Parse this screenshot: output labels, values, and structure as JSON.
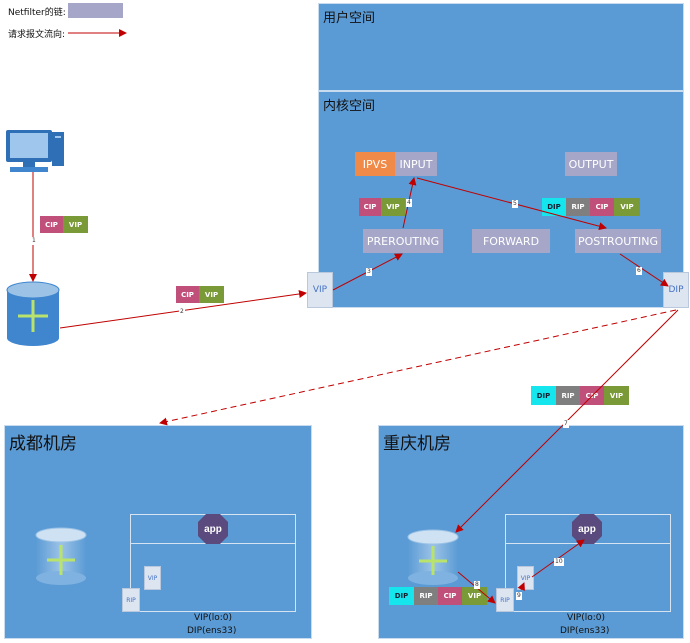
{
  "legend": {
    "chain_label": "Netfilter的链:",
    "flow_label": "请求报文流向:"
  },
  "panels": {
    "user_space": "用户空间",
    "kernel_space": "内核空间",
    "chengdu": "成都机房",
    "chongqing": "重庆机房"
  },
  "chains": {
    "ipvs": "IPVS",
    "input": "INPUT",
    "output": "OUTPUT",
    "prerouting": "PREROUTING",
    "forward": "FORWARD",
    "postrouting": "POSTROUTING"
  },
  "tags": {
    "cip": "CIP",
    "vip": "VIP",
    "dip": "DIP",
    "rip": "RIP"
  },
  "interfaces": {
    "vip": "VIP",
    "dip": "DIP",
    "rip": "RIP"
  },
  "app_label": "app",
  "server_notes": {
    "vip_lo": "VIP(lo:0)",
    "dip_ens": "DIP(ens33)"
  },
  "steps": [
    "1",
    "2",
    "3",
    "4",
    "5",
    "6",
    "7",
    "8",
    "9",
    "10"
  ],
  "colors": {
    "panel": "#5b9bd5",
    "chain": "#a6a6c8",
    "ipvs": "#f08a48",
    "cip": "#c0507a",
    "vip": "#7a9a37",
    "dip": "#15e6ee",
    "rip": "#7f7f7f",
    "arrow": "#c00000",
    "app": "#5a4a7d"
  },
  "icons": [
    "computer-icon",
    "router-icon",
    "app-octagon-icon"
  ]
}
